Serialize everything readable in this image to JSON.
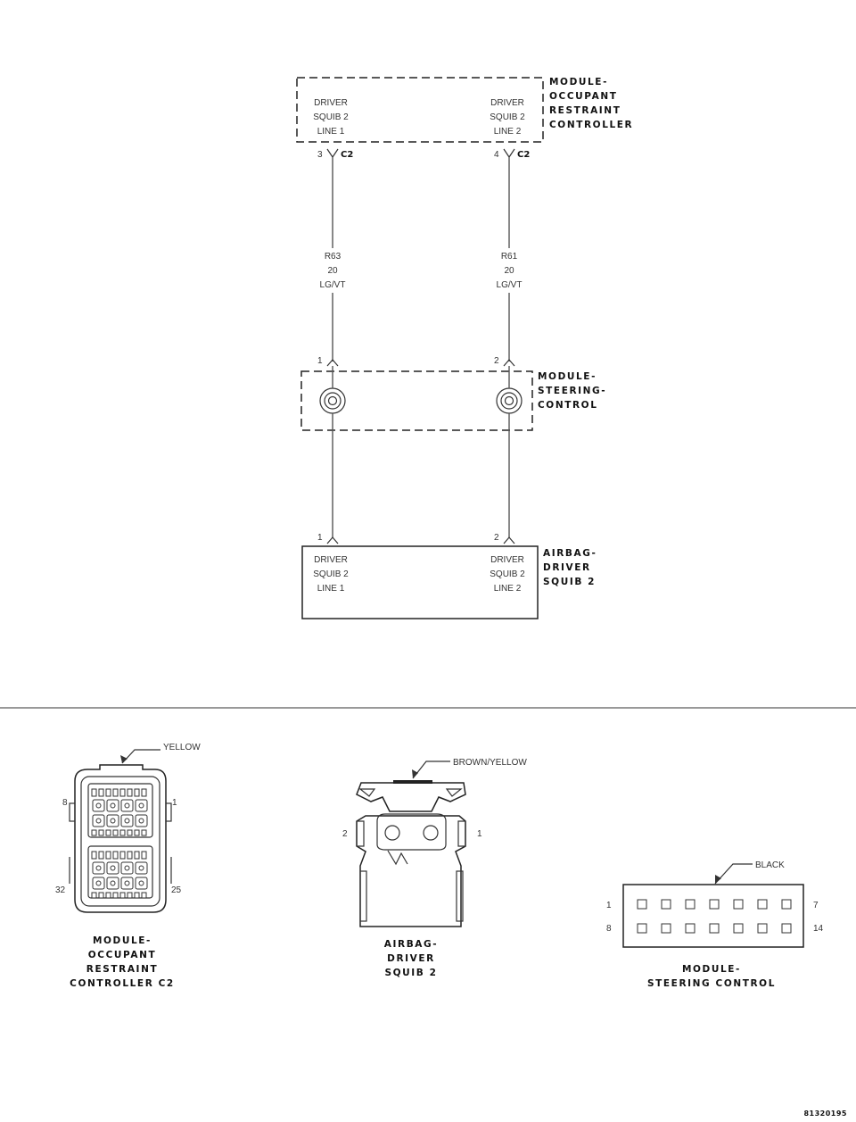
{
  "schematic": {
    "orc": {
      "title": [
        "MODULE-",
        "OCCUPANT",
        "RESTRAINT",
        "CONTROLLER"
      ],
      "left_pin": [
        "DRIVER",
        "SQUIB 2",
        "LINE 1"
      ],
      "right_pin": [
        "DRIVER",
        "SQUIB 2",
        "LINE 2"
      ]
    },
    "connector_left": {
      "pin": "3",
      "name": "C2"
    },
    "connector_right": {
      "pin": "4",
      "name": "C2"
    },
    "wire_left": [
      "R63",
      "20",
      "LG/VT"
    ],
    "wire_right": [
      "R61",
      "20",
      "LG/VT"
    ],
    "steering": {
      "title": [
        "MODULE-",
        "STEERING-",
        "CONTROL"
      ],
      "pin_left": "1",
      "pin_right": "2"
    },
    "airbag": {
      "title": [
        "AIRBAG-",
        "DRIVER",
        "SQUIB 2"
      ],
      "pin_left": "1",
      "pin_right": "2",
      "left_pin": [
        "DRIVER",
        "SQUIB 2",
        "LINE 1"
      ],
      "right_pin": [
        "DRIVER",
        "SQUIB 2",
        "LINE 2"
      ]
    }
  },
  "connectors": {
    "orc_c2": {
      "color": "YELLOW",
      "pins": {
        "top_left": "8",
        "top_right": "1",
        "bottom_left": "32",
        "bottom_right": "25"
      },
      "caption": [
        "MODULE-",
        "OCCUPANT",
        "RESTRAINT",
        "CONTROLLER C2"
      ]
    },
    "airbag": {
      "color": "BROWN/YELLOW",
      "pins": {
        "left": "2",
        "right": "1"
      },
      "caption": [
        "AIRBAG-",
        "DRIVER",
        "SQUIB 2"
      ]
    },
    "steering": {
      "color": "BLACK",
      "pins": {
        "row1_left": "1",
        "row1_right": "7",
        "row2_left": "8",
        "row2_right": "14"
      },
      "caption": [
        "MODULE-",
        "STEERING CONTROL"
      ]
    }
  },
  "figure_id": "81320195"
}
